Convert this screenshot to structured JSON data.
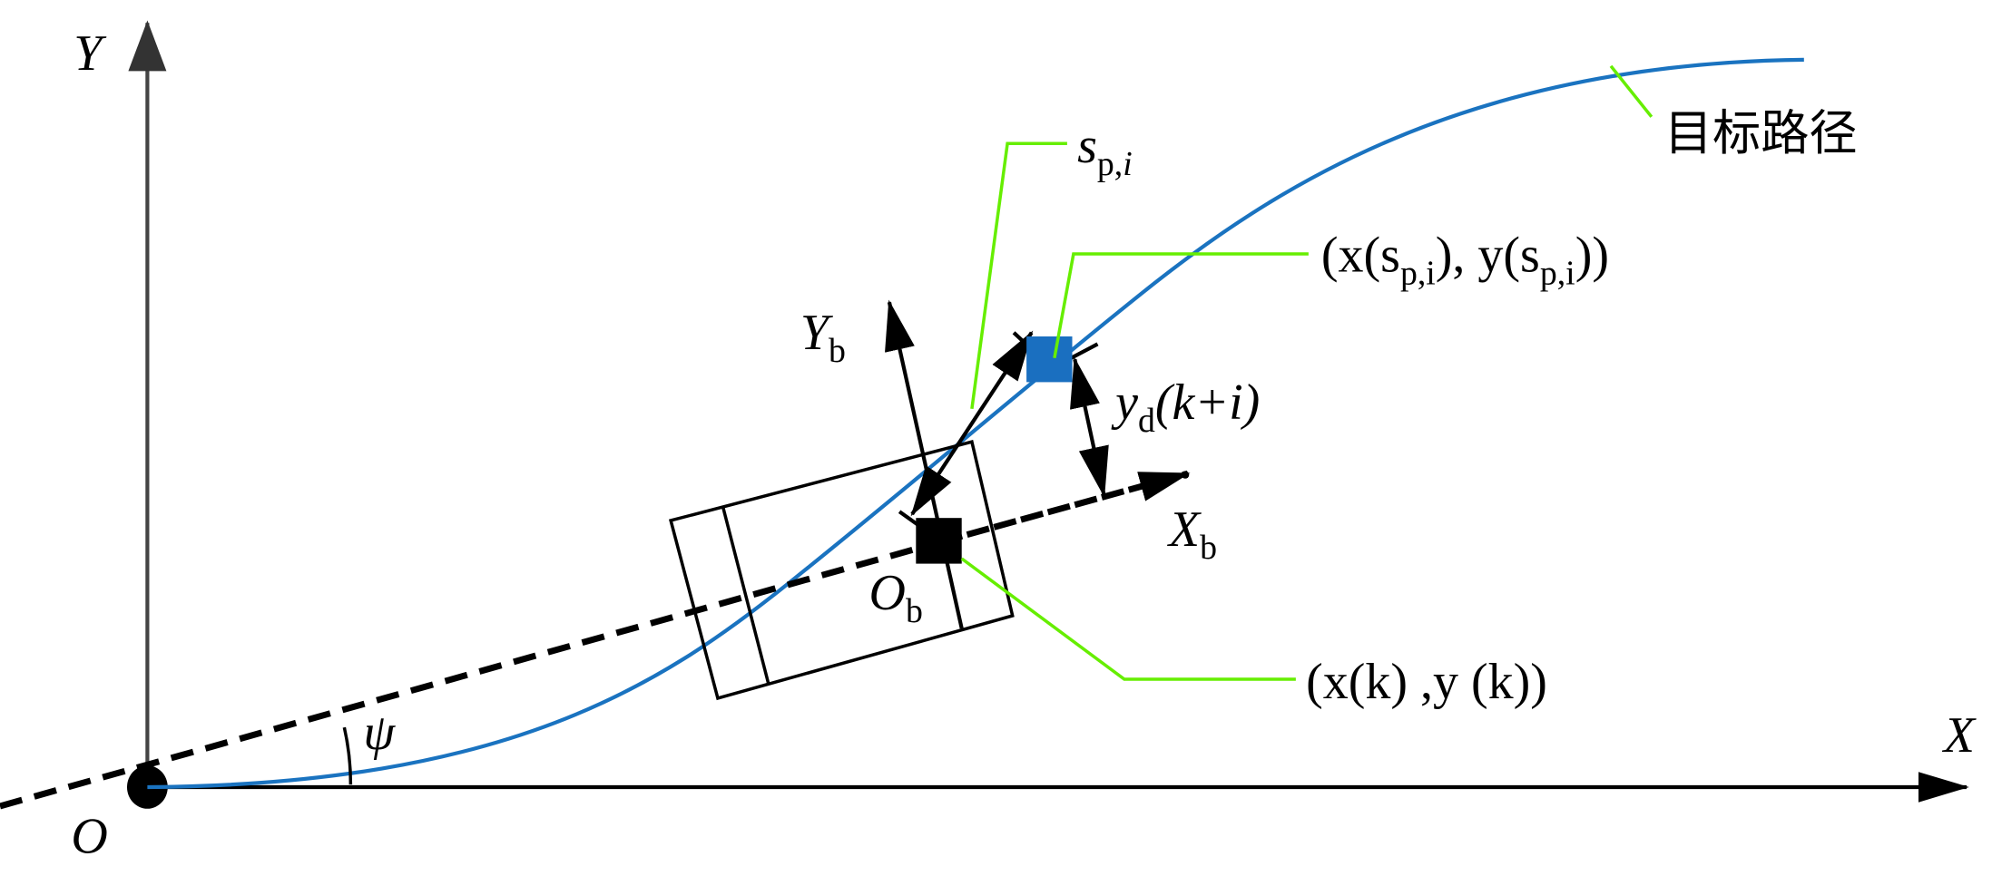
{
  "axes": {
    "x_label": "X",
    "y_label": "Y",
    "origin_label": "O",
    "angle_label": "ψ"
  },
  "body_frame": {
    "x_label": "X",
    "x_sub": "b",
    "y_label": "Y",
    "y_sub": "b",
    "origin_label": "O",
    "origin_sub": "b"
  },
  "annotations": {
    "target_path": "目标路径",
    "sp_main": "s",
    "sp_sub": "p,",
    "sp_sub_i": "i",
    "ref_point": "(x(s",
    "ref_point_sub": "p,i",
    "ref_point_mid": "), y(s",
    "ref_point_end": "))",
    "vehicle_point": "(x(k) ,y (k))",
    "lateral_y": "y",
    "lateral_sub": "d",
    "lateral_rest": "(k+i)"
  },
  "colors": {
    "path": "#1a73c0",
    "leader": "#66ee00",
    "ref_marker": "#1a6fc0",
    "axis": "#000000"
  }
}
